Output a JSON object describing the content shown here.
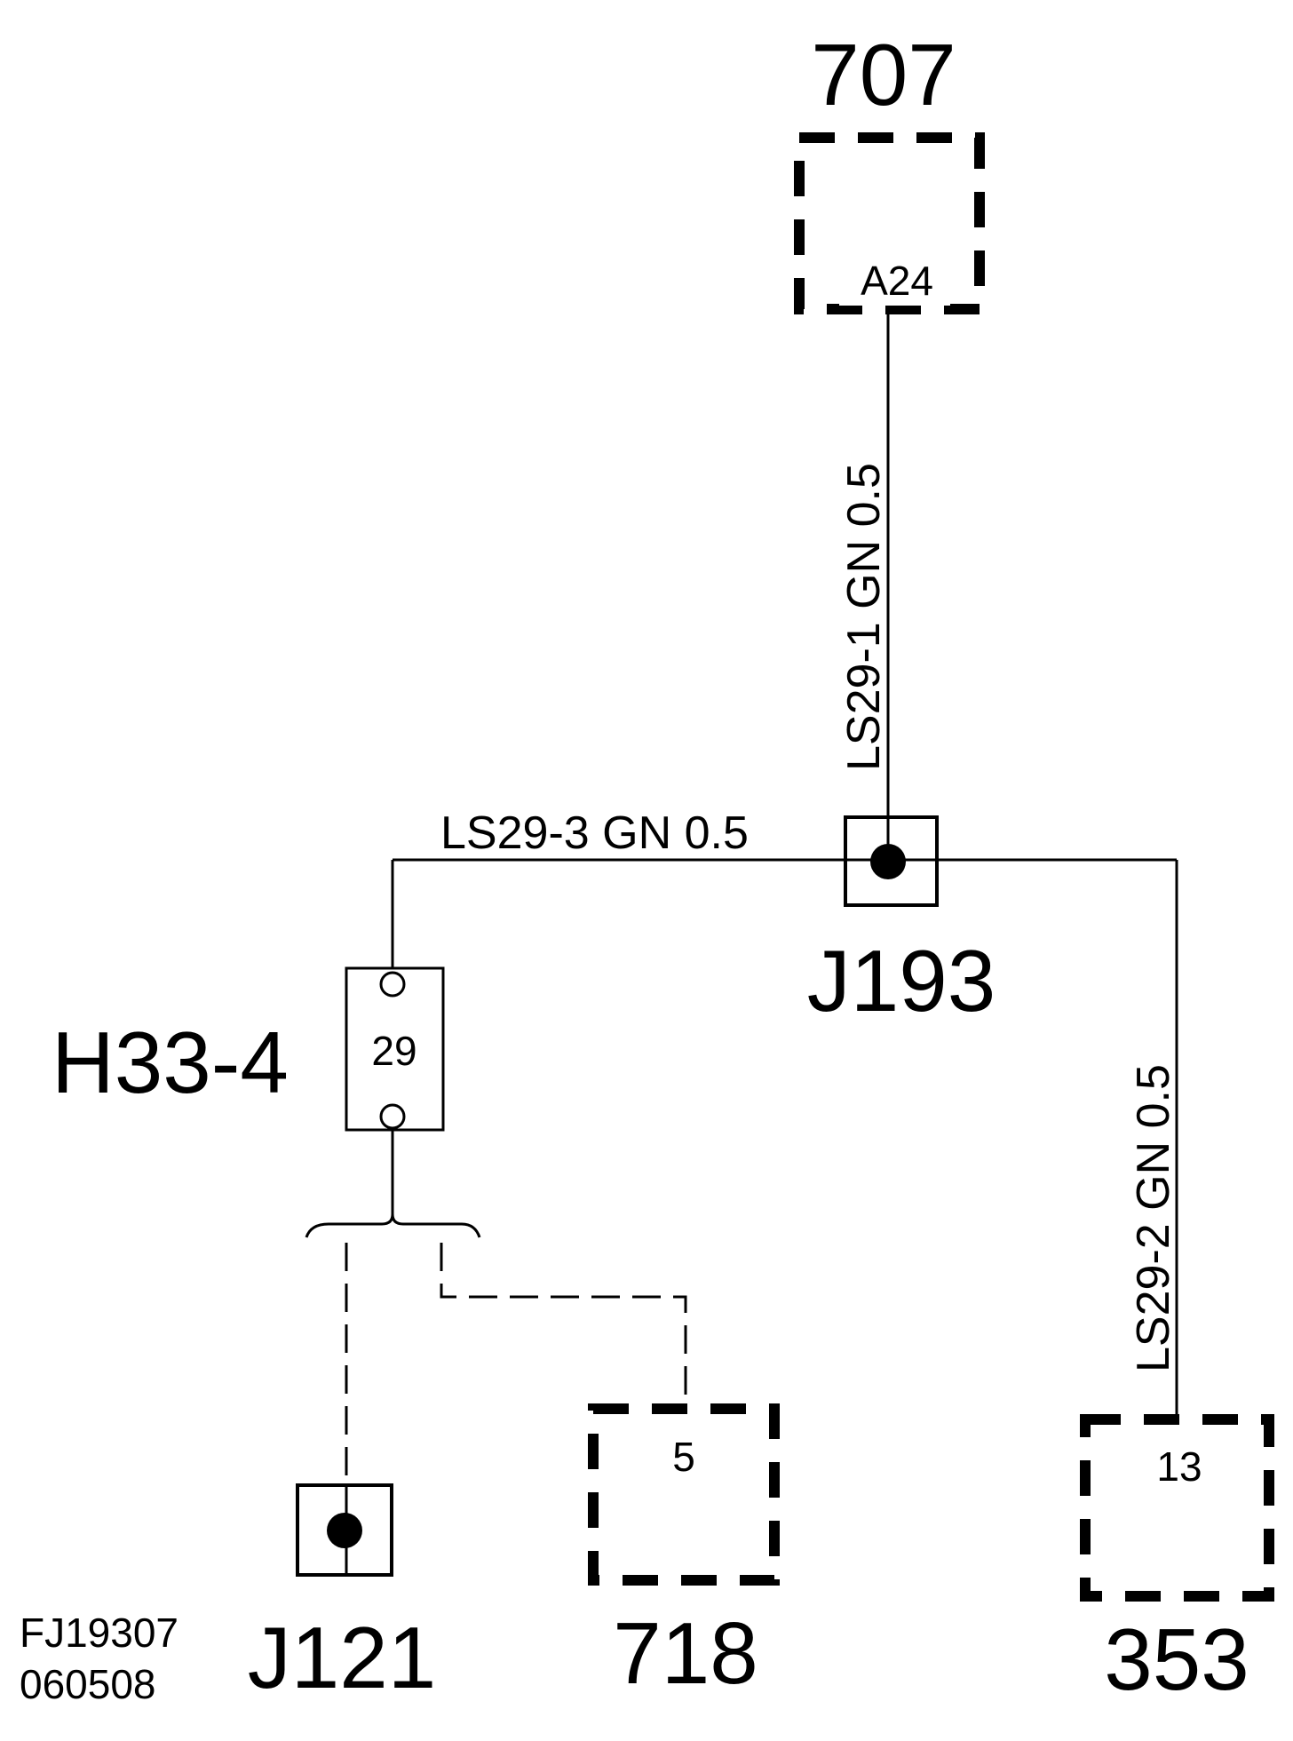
{
  "components": {
    "c707": {
      "number": "707",
      "pin": "A24"
    },
    "c718": {
      "number": "718",
      "pin": "5"
    },
    "c353": {
      "number": "353",
      "pin": "13"
    },
    "fuse": {
      "label": "H33-4",
      "number": "29"
    }
  },
  "splices": {
    "j193": {
      "label": "J193"
    },
    "j121": {
      "label": "J121"
    }
  },
  "wires": {
    "w1": {
      "label": "LS29-1  GN  0.5",
      "color": "GN"
    },
    "w2": {
      "label": "LS29-2  GN  0.5",
      "color": "GN"
    },
    "w3": {
      "label": "LS29-3 GN 0.5",
      "color": "GN"
    }
  },
  "footer": {
    "code_line1": "FJ19307",
    "code_line2": "060508"
  }
}
